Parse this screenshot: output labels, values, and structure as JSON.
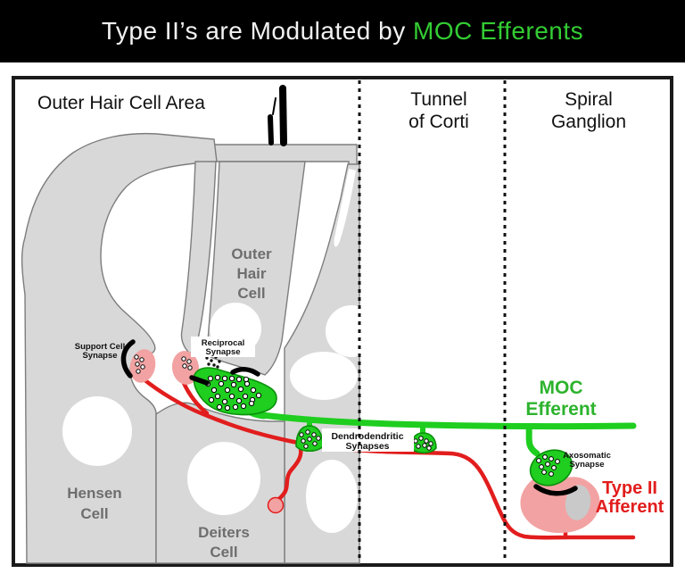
{
  "header": {
    "prefix": "Type II’s are Modulated by ",
    "highlight": "MOC Efferents"
  },
  "regions": {
    "outer_hair_cell_area": "Outer Hair Cell Area",
    "tunnel_line1": "Tunnel",
    "tunnel_line2": "of Corti",
    "spiral_line1": "Spiral",
    "spiral_line2": "Ganglion"
  },
  "cells": {
    "ohc_line1": "Outer",
    "ohc_line2": "Hair",
    "ohc_line3": "Cell",
    "hensen_line1": "Hensen",
    "hensen_line2": "Cell",
    "deiters_line1": "Deiters",
    "deiters_line2": "Cell"
  },
  "synapses": {
    "support_line1": "Support Cell",
    "support_line2": "Synapse",
    "reciprocal_line1": "Reciprocal",
    "reciprocal_line2": "Synapse",
    "dendro_line1": "Dendrodendritic",
    "dendro_line2": "Synapses",
    "axo_line1": "Axosomatic",
    "axo_line2": "Synapse"
  },
  "fibers": {
    "moc_line1": "MOC",
    "moc_line2": "Efferent",
    "type2_line1": "Type II",
    "type2_line2": "Afferent"
  },
  "colors": {
    "efferent_green": "#1fce1f",
    "label_green": "#2db32d",
    "title_green": "#33cc33",
    "afferent_red": "#e21d1d",
    "terminal_pink": "#f2a2a2",
    "cell_gray": "#d8d8d8"
  }
}
